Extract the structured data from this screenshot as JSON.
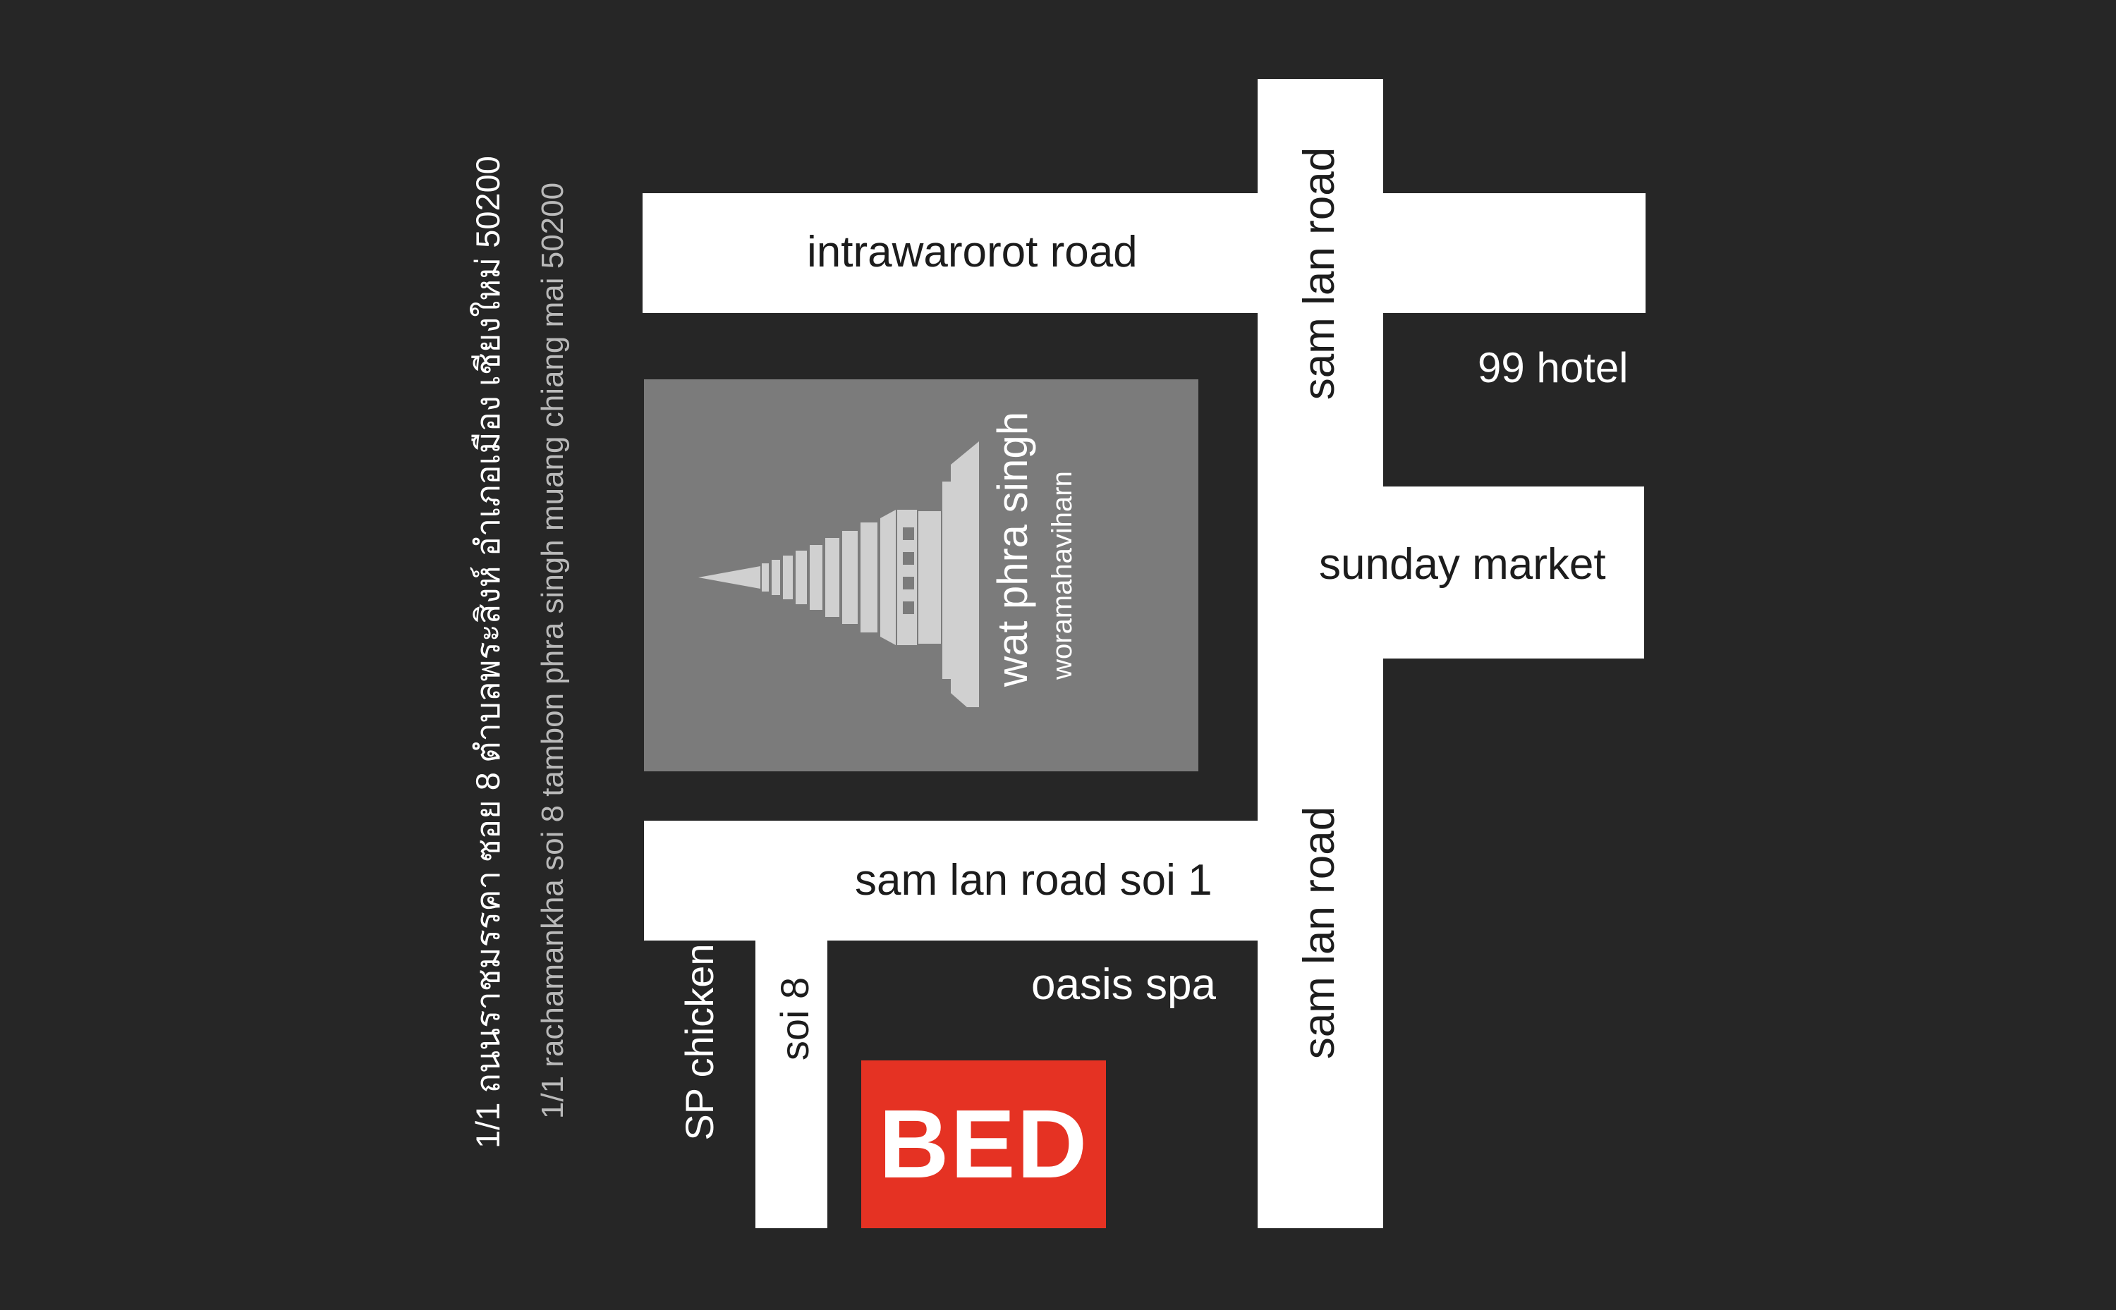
{
  "address": {
    "thai": "1/1 ถนนราชมรรคา ซอย 8 ตำบลพระสิงห์ อำเภอเมือง เชียงใหม่ 50200",
    "english": "1/1 rachamankha soi 8 tambon phra singh muang chiang mai 50200"
  },
  "roads": {
    "intrawarorot": "intrawarorot road",
    "sam_lan_north": "sam lan road",
    "sam_lan_south": "sam lan road",
    "sam_lan_soi_1": "sam lan road soi 1",
    "soi_8": "soi 8"
  },
  "places": {
    "hotel_99": "99 hotel",
    "sunday_market": "sunday market",
    "oasis_spa": "oasis spa",
    "sp_chicken": "SP chicken"
  },
  "temple": {
    "name": "wat phra singh",
    "subtitle": "woramahaviharn"
  },
  "destination": {
    "label": "BED"
  },
  "colors": {
    "background": "#262626",
    "road": "#ffffff",
    "temple_block": "#7b7b7b",
    "temple_icon": "#d0d0d0",
    "destination": "#e53223"
  },
  "icons": {
    "temple": "chedi-icon"
  }
}
